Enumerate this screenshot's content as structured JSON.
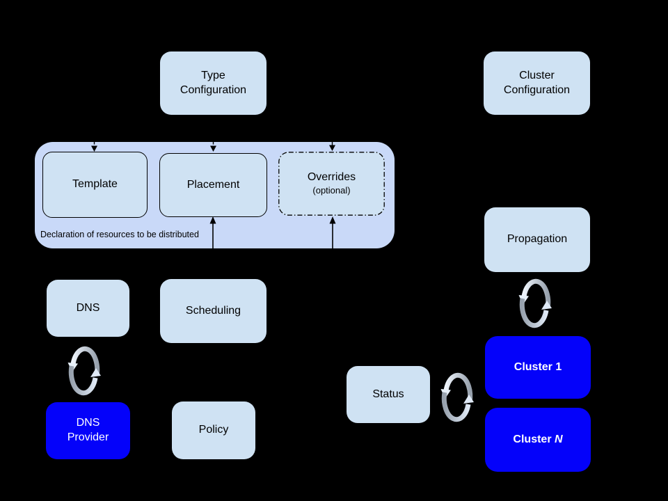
{
  "colors": {
    "background": "#000000",
    "light_box": "#cfe2f3",
    "container_box": "#c9d9f8",
    "blue_box": "#0402fa",
    "dark_text": "#000000",
    "light_text": "#ffffff",
    "arrow_stroke": "#000000",
    "sync_silver": "#97a1ad",
    "sync_pale": "#e8f1fa"
  },
  "nodes": {
    "type_configuration": {
      "label": "Type\nConfiguration"
    },
    "cluster_configuration": {
      "label": "Cluster\nConfiguration"
    },
    "resource_container": {
      "label": "Declaration of resources to be distributed"
    },
    "template": {
      "label": "Template"
    },
    "placement": {
      "label": "Placement"
    },
    "overrides": {
      "label": "Overrides",
      "sublabel": "(optional)"
    },
    "dns": {
      "label": "DNS"
    },
    "scheduling": {
      "label": "Scheduling"
    },
    "dns_provider": {
      "label": "DNS\nProvider"
    },
    "policy": {
      "label": "Policy"
    },
    "status": {
      "label": "Status"
    },
    "propagation": {
      "label": "Propagation"
    },
    "cluster_1": {
      "label": "Cluster 1"
    },
    "cluster_n": {
      "label_prefix": "Cluster ",
      "label_suffix": "N"
    }
  },
  "icons": {
    "sync": "circular-sync-arrows"
  },
  "edges": [
    {
      "from": "type_configuration",
      "to": "template",
      "style": "dashed-arrow-down"
    },
    {
      "from": "type_configuration",
      "to": "placement",
      "style": "dashed-arrow-down"
    },
    {
      "from": "type_configuration",
      "to": "overrides",
      "style": "dash-dot-arrow-down"
    },
    {
      "from": "scheduling",
      "to": "placement",
      "style": "solid-arrow-up"
    },
    {
      "from": "policy",
      "to": "overrides",
      "style": "solid-arrow-up"
    },
    {
      "from": "dns",
      "to": "dns_provider",
      "style": "sync-cycle"
    },
    {
      "from": "propagation",
      "to": "cluster_1",
      "style": "sync-cycle"
    },
    {
      "from": "status",
      "to": "cluster_1",
      "style": "sync-cycle"
    }
  ]
}
